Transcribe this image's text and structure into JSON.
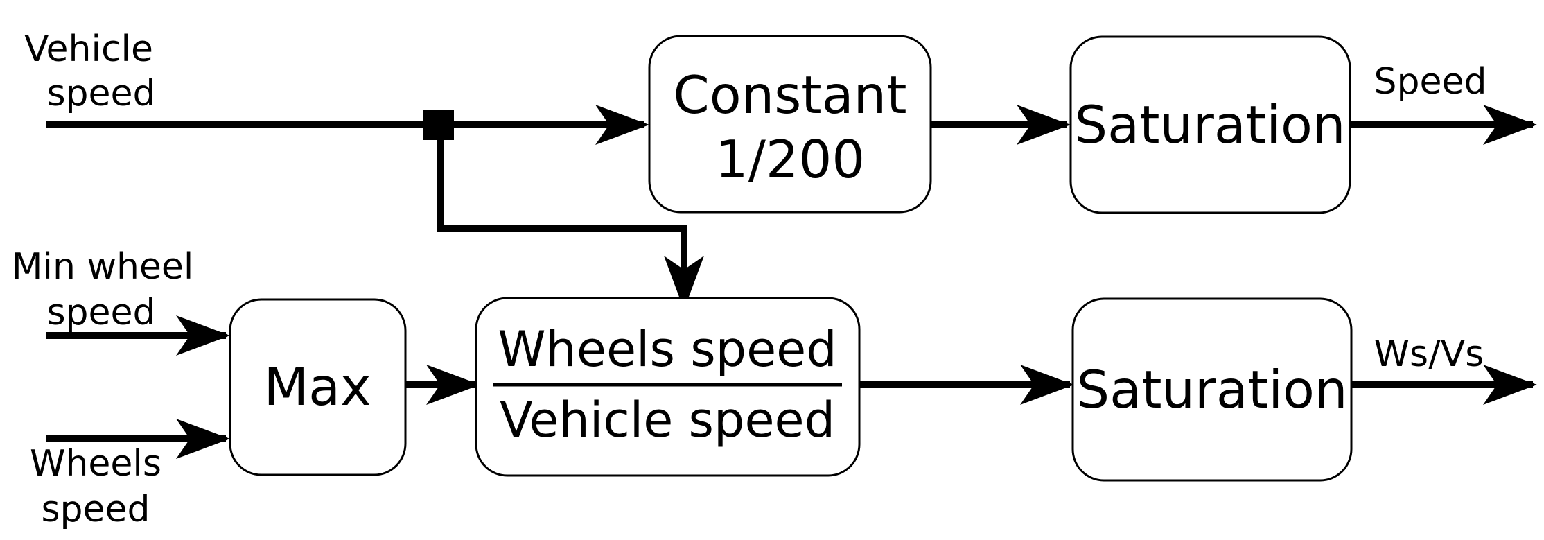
{
  "diagram": {
    "colors": {
      "background": "#ffffff",
      "line": "#000000",
      "block_fill": "#ffffff",
      "block_border": "#000000"
    },
    "inputs": {
      "vehicle_speed": {
        "line1": "Vehicle",
        "line2": "speed"
      },
      "min_wheel_speed": {
        "line1": "Min wheel",
        "line2": "speed"
      },
      "wheels_speed": {
        "line1": "Wheels",
        "line2": "speed"
      }
    },
    "blocks": {
      "constant": {
        "line1": "Constant",
        "line2": "1/200"
      },
      "saturation_top": {
        "label": "Saturation"
      },
      "max": {
        "label": "Max"
      },
      "ratio": {
        "numerator": "Wheels speed",
        "denominator": "Vehicle speed"
      },
      "saturation_bottom": {
        "label": "Saturation"
      }
    },
    "outputs": {
      "speed": {
        "label": "Speed"
      },
      "ws_vs": {
        "label": "Ws/Vs"
      }
    }
  }
}
